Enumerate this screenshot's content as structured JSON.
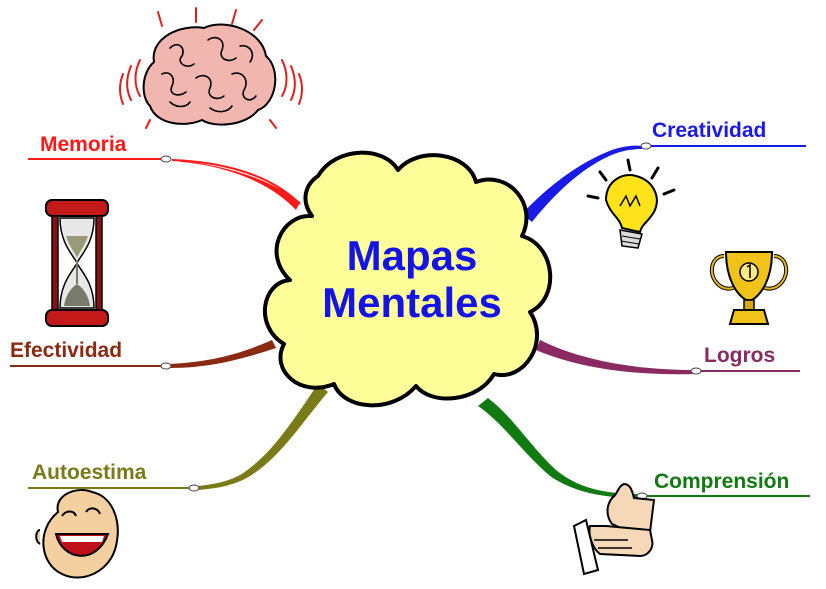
{
  "center": {
    "line1": "Mapas",
    "line2": "Mentales",
    "color": "#1414e6",
    "fill": "#ffff99"
  },
  "branches": [
    {
      "id": "memoria",
      "label": "Memoria",
      "color": "#ff1a1a"
    },
    {
      "id": "efectividad",
      "label": "Efectividad",
      "color": "#8b2a12"
    },
    {
      "id": "autoestima",
      "label": "Autoestima",
      "color": "#7a7a18"
    },
    {
      "id": "creatividad",
      "label": "Creatividad",
      "color": "#1a1ae6"
    },
    {
      "id": "logros",
      "label": "Logros",
      "color": "#8a2a62"
    },
    {
      "id": "comprension",
      "label": "Comprensión",
      "color": "#127a12"
    }
  ],
  "icons": [
    "brain-icon",
    "hourglass-icon",
    "laughing-face-icon",
    "lightbulb-icon",
    "trophy-icon",
    "thumbs-up-icon"
  ]
}
